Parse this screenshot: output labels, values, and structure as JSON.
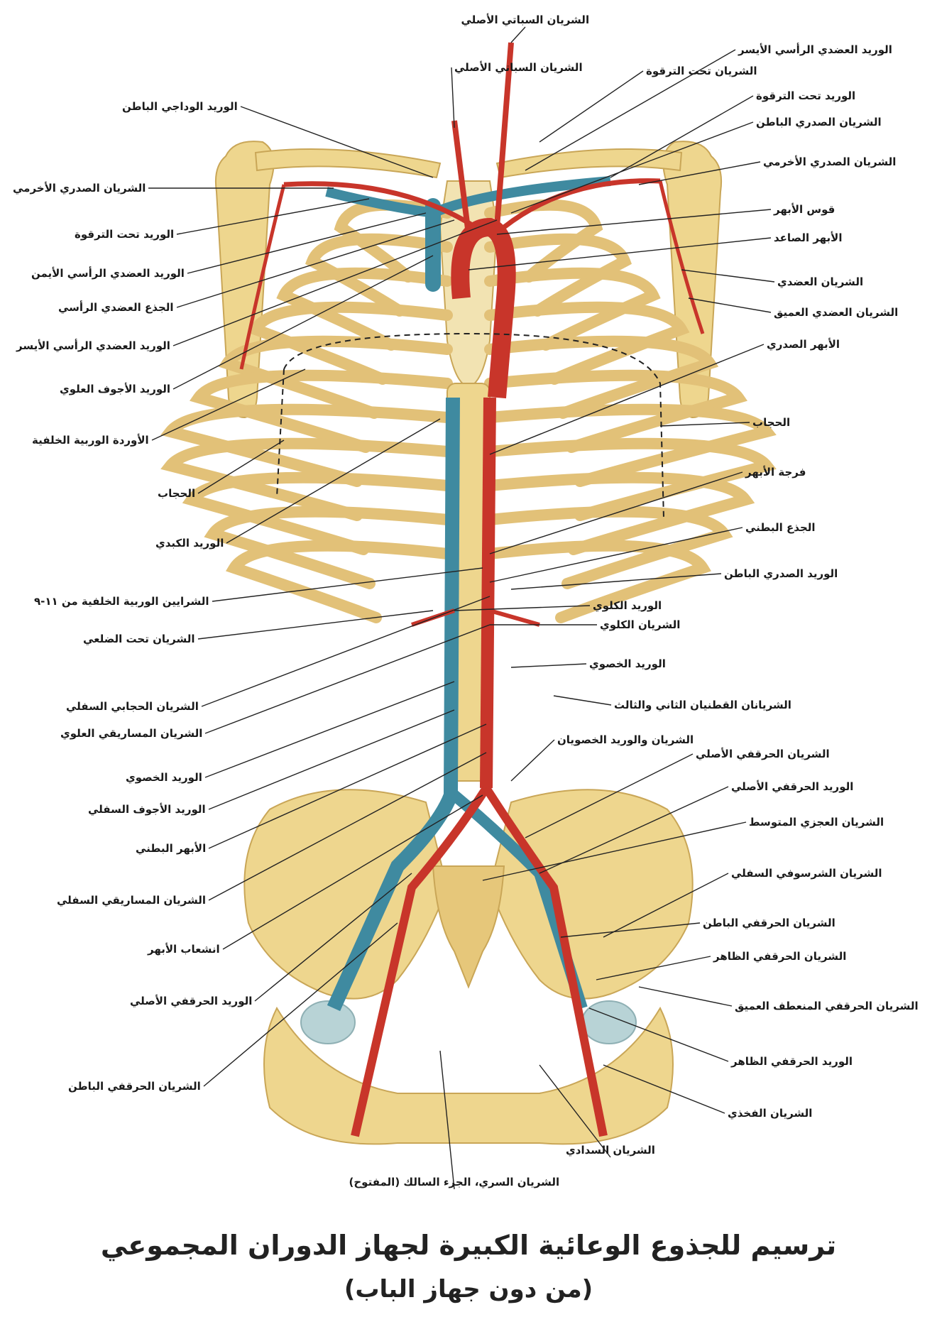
{
  "title": "ترسيم للجذوع الوعائية الكبيرة لجهاز الدوران المجموعي",
  "subtitle": "(من دون جهاز الباب)",
  "colors": {
    "bone": "#eed68e",
    "bone_shadow": "#d6b464",
    "artery": "#c8352a",
    "vein": "#3f8aa0",
    "cartilage": "#cfe3e6",
    "diaphragm_line": "#222222"
  },
  "labels": {
    "top_common_carotid": "الشريان السباتي الأصلي",
    "left_common_carotid": "الشريان السباتي الأصلي",
    "left_subclavian_artery": "الشريان تحت الترقوة",
    "internal_jugular": "الوريد الوداجي الباطن",
    "thoracoacromial_r": "الشريان الصدري الأخرمي",
    "subclavian_vein_r": "الوريد تحت الترقوة",
    "right_brachiocephalic_vein": "الوريد العضدي الرأسي الأيمن",
    "brachiocephalic_trunk": "الجذع العضدي الرأسي",
    "left_brachiocephalic_vein_r": "الوريد العضدي الرأسي الأيسر",
    "superior_vena_cava": "الوريد الأجوف العلوي",
    "posterior_intercostal_veins": "الأوردة الوربية الخلفية",
    "diaphragm_r": "الحجاب",
    "hepatic_vein": "الوريد الكبدي",
    "posterior_intercostal_arteries": "الشرايين الوربية الخلفية من ١١-٩",
    "subcostal_artery": "الشريان تحت الضلعي",
    "inferior_phrenic_artery": "الشريان الحجابي السفلي",
    "superior_mesenteric_artery": "الشريان المساريقي العلوي",
    "testicular_vein_r": "الوريد الخصوي",
    "inferior_vena_cava": "الوريد الأجوف السفلي",
    "abdominal_aorta": "الأبهر البطني",
    "inferior_mesenteric_artery": "الشريان المساريقي السفلي",
    "aortic_bifurcation": "انشعاب الأبهر",
    "common_iliac_vein_r": "الوريد الحرقفي الأصلي",
    "internal_iliac_artery_r": "الشريان الحرقفي الباطن",
    "umbilical_artery": "الشريان السري، الجزء السالك (المفتوح)",
    "obturator_artery": "الشريان السدادي",
    "left_brachiocephalic_vein": "الوريد العضدي الرأسي الأيسر",
    "subclavian_vein_l": "الوريد تحت الترقوة",
    "internal_thoracic_artery": "الشريان الصدري الباطن",
    "thoracoacromial_l": "الشريان الصدري الأخرمي",
    "aortic_arch": "قوس الأبهر",
    "ascending_aorta": "الأبهر الصاعد",
    "brachial_artery": "الشريان العضدي",
    "deep_brachial_artery": "الشريان العضدي العميق",
    "thoracic_aorta": "الأبهر الصدري",
    "diaphragm_l": "الحجاب",
    "aortic_hiatus": "فرجة الأبهر",
    "celiac_trunk": "الجذع البطني",
    "internal_thoracic_vein": "الوريد الصدري الباطن",
    "renal_vein": "الوريد الكلوي",
    "renal_artery": "الشريان الكلوي",
    "testicular_vein_l": "الوريد الخصوي",
    "lumbar_arteries": "الشريانان القطنيان الثاني والثالث",
    "testicular_artery_vein": "الشريان والوريد الخصويان",
    "common_iliac_artery": "الشريان الحرقفي الأصلي",
    "common_iliac_vein_l": "الوريد الحرقفي الأصلي",
    "median_sacral_artery": "الشريان العجزي المتوسط",
    "inferior_epigastric_artery": "الشريان الشرسوفي السفلي",
    "internal_iliac_artery_l": "الشريان الحرقفي الباطن",
    "external_iliac_artery": "الشريان الحرقفي الظاهر",
    "deep_circumflex_iliac_artery": "الشريان الحرقفي المنعطف العميق",
    "external_iliac_vein": "الوريد الحرقفي الظاهر",
    "femoral_artery": "الشريان الفخذي"
  }
}
